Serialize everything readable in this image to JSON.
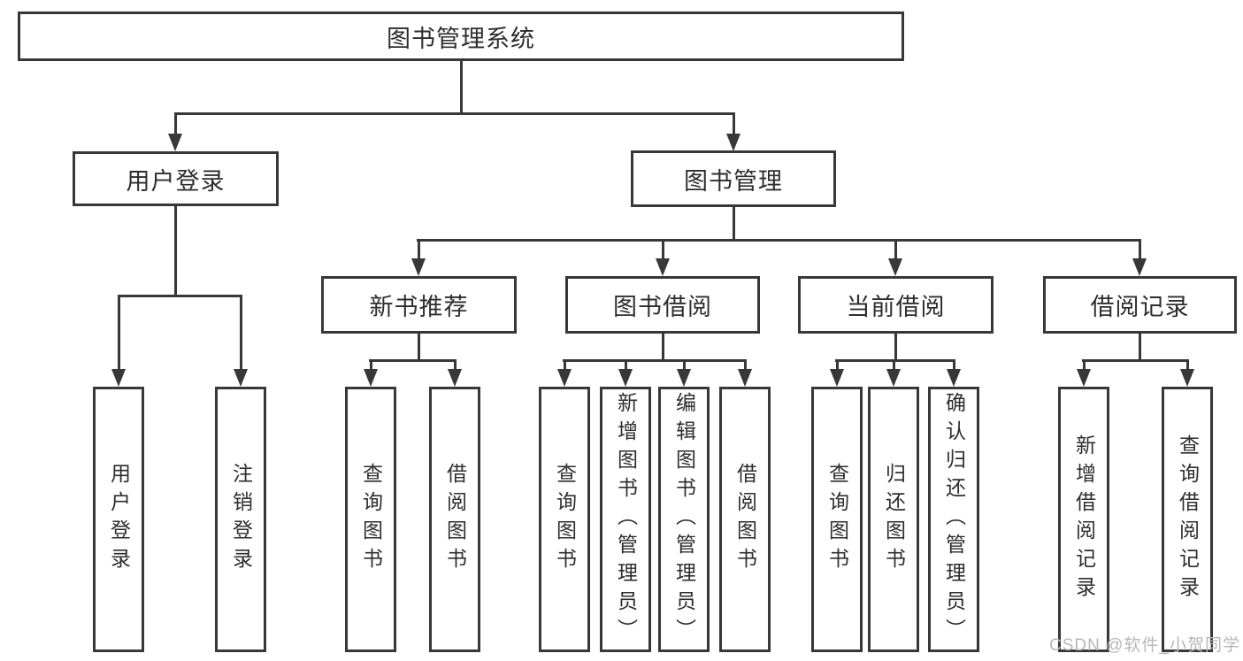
{
  "colors": {
    "background": "#ffffff",
    "line": "#383838",
    "box_border": "#383838",
    "text": "#2e2e2e",
    "watermark": "#b7b7b7"
  },
  "tree": {
    "root": {
      "label": "图书管理系统"
    },
    "branches": [
      {
        "label": "用户登录",
        "children": [
          {
            "label": "用户登录"
          },
          {
            "label": "注销登录"
          }
        ]
      },
      {
        "label": "图书管理",
        "children": [
          {
            "label": "新书推荐",
            "children": [
              {
                "label": "查询图书"
              },
              {
                "label": "借阅图书"
              }
            ]
          },
          {
            "label": "图书借阅",
            "children": [
              {
                "label": "查询图书"
              },
              {
                "label": "新增图书（管理员）"
              },
              {
                "label": "编辑图书（管理员）"
              },
              {
                "label": "借阅图书"
              }
            ]
          },
          {
            "label": "当前借阅",
            "children": [
              {
                "label": "查询图书"
              },
              {
                "label": "归还图书"
              },
              {
                "label": "确认归还（管理员）"
              }
            ]
          },
          {
            "label": "借阅记录",
            "children": [
              {
                "label": "新增借阅记录"
              },
              {
                "label": "查询借阅记录"
              }
            ]
          }
        ]
      }
    ]
  },
  "watermark": {
    "text": "CSDN @软件_小贺同学"
  }
}
